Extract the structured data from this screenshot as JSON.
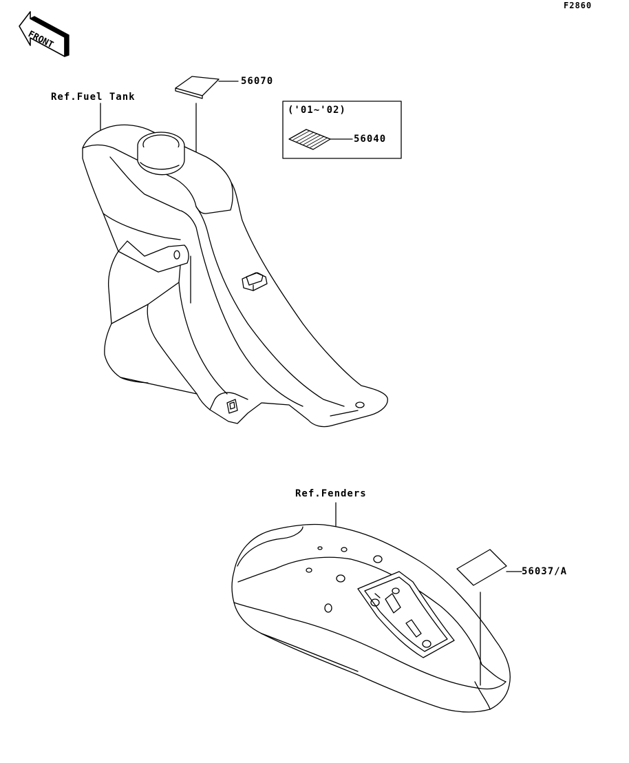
{
  "figure_id": "F2860",
  "front_arrow": {
    "text": "FRONT",
    "icon": "front-arrow-icon"
  },
  "references": {
    "fuel_tank": "Ref.Fuel Tank",
    "fenders": "Ref.Fenders"
  },
  "parts": [
    {
      "number": "56070"
    },
    {
      "number": "56040"
    },
    {
      "number": "56037/A"
    }
  ],
  "inset_box": {
    "years": "('01~'02)"
  }
}
